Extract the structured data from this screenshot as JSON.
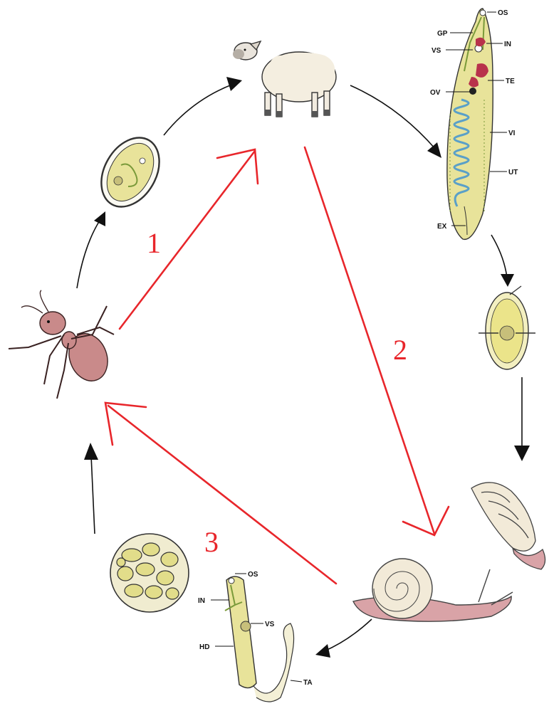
{
  "step_numbers": [
    "1",
    "2",
    "3"
  ],
  "colors": {
    "red_arrow": "#e8262b",
    "black_arrow": "#111111",
    "fluke_body": "#e8e39a",
    "ant": "#c98a8a",
    "snail": "#d9a3a7"
  },
  "adult_fluke_labels": {
    "os": "OS",
    "gp": "GP",
    "in": "IN",
    "vs": "VS",
    "te": "TE",
    "ov": "OV",
    "vi": "VI",
    "ut": "UT",
    "ex": "EX"
  },
  "cercaria_labels": {
    "os": "OS",
    "in": "IN",
    "vs": "VS",
    "hd": "HD",
    "ta": "TA"
  },
  "icons": [
    "sheep-icon",
    "ant-icon",
    "snail-icon",
    "snail-shell-icon",
    "egg-icon",
    "miracidium-egg-icon",
    "sporocyst-cyst-icon",
    "adult-fluke-icon",
    "cercaria-icon",
    "metacercaria-icon"
  ]
}
